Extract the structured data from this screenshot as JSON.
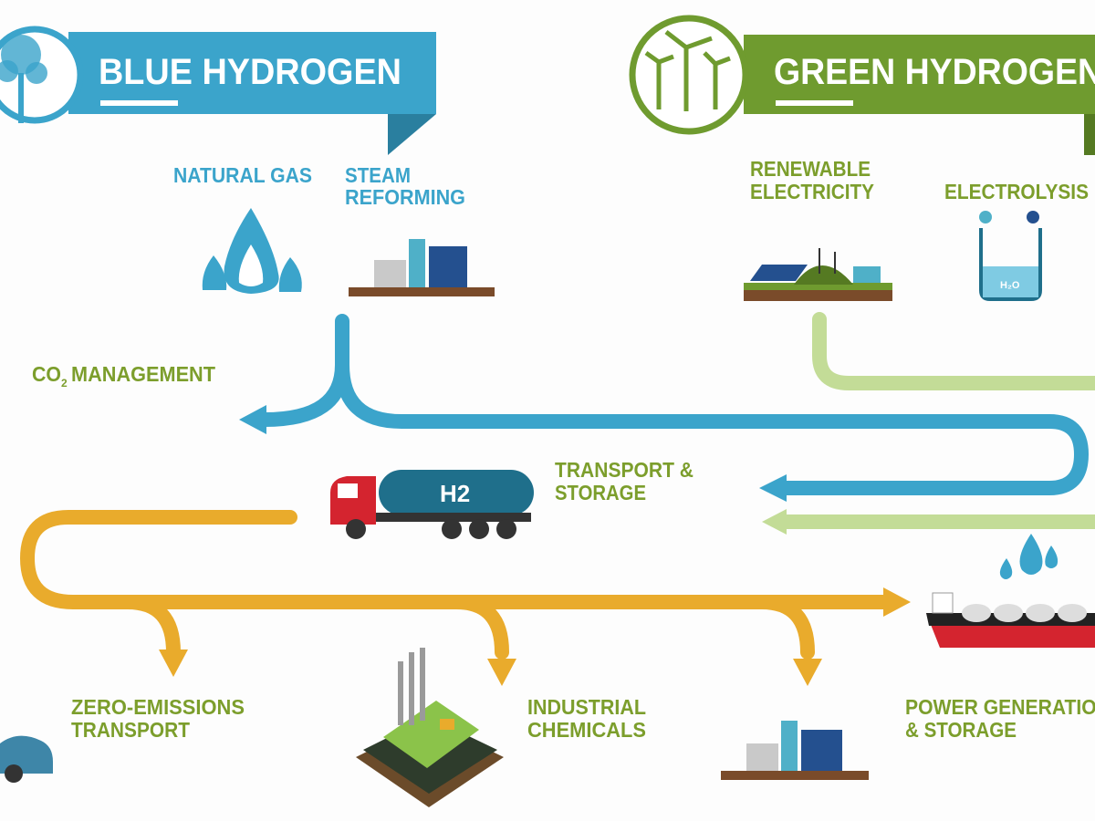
{
  "colors": {
    "blue": "#3ba4cb",
    "green": "#6f9b2f",
    "light_green": "#c3dc97",
    "orange": "#e9ab2c",
    "label_green": "#7c9e2c",
    "truck_red": "#d4242f",
    "tank_blue": "#1f6f8b"
  },
  "blue": {
    "title": "BLUE HYDROGEN",
    "natural_gas": "NATURAL GAS",
    "steam_1": "STEAM",
    "steam_2": "REFORMING",
    "icon": "tree-icon"
  },
  "green": {
    "title": "GREEN HYDROGEN",
    "renewable_1": "RENEWABLE",
    "renewable_2": "ELECTRICITY",
    "electrolysis": "ELECTROLYSIS",
    "h2o": "H₂O",
    "icon": "wind-turbine-icon"
  },
  "co2": {
    "pre": "CO",
    "sub": "2",
    "post": " MANAGEMENT"
  },
  "transport": {
    "line1": "TRANSPORT &",
    "line2": "STORAGE",
    "tank_label": "H2"
  },
  "uses": [
    {
      "line1": "ZERO-EMISSIONS",
      "line2": "TRANSPORT"
    },
    {
      "line1": "INDUSTRIAL",
      "line2": "CHEMICALS"
    },
    {
      "line1": "POWER GENERATION",
      "line2": "& STORAGE"
    }
  ]
}
